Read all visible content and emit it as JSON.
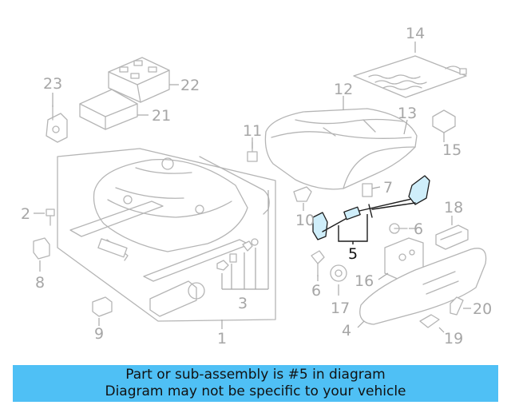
{
  "callouts": {
    "c1": "1",
    "c2": "2",
    "c3": "3",
    "c4": "4",
    "c5": "5",
    "c6a": "6",
    "c6b": "6",
    "c7": "7",
    "c8": "8",
    "c9": "9",
    "c10": "10",
    "c11": "11",
    "c12": "12",
    "c13": "13",
    "c14": "14",
    "c15": "15",
    "c16": "16",
    "c17": "17",
    "c18": "18",
    "c19": "19",
    "c20": "20",
    "c21": "21",
    "c22": "22",
    "c23": "23"
  },
  "highlighted_part": "5",
  "colors": {
    "banner": "#4fc0f5",
    "highlight_fill": "#cfeefa",
    "parts": "#b5b5b5"
  },
  "banner": {
    "line1": "Part or sub-assembly is #5 in diagram",
    "line2": "Diagram may not be specific to your vehicle"
  }
}
